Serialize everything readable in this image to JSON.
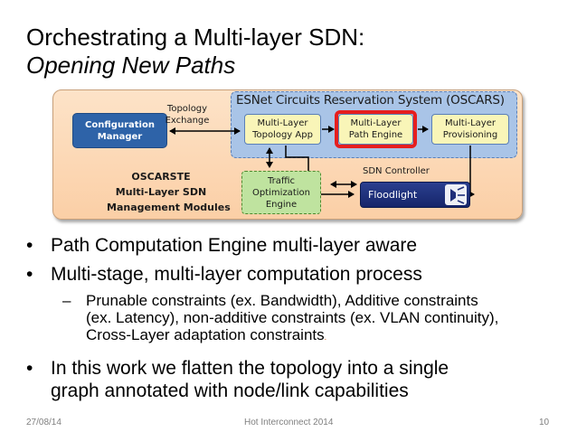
{
  "slide": {
    "title_line1": "Orchestrating a Multi-layer SDN:",
    "title_line2": "Opening New Paths"
  },
  "diagram": {
    "oscars_title": "ESNet Circuits Reservation System (OSCARS)",
    "config_manager": [
      "Configuration",
      "Manager"
    ],
    "topology_exchange": [
      "Topology",
      "Exchange"
    ],
    "multilayer_topology_app": [
      "Multi-Layer",
      "Topology App"
    ],
    "multilayer_path_engine": [
      "Multi-Layer",
      "Path Engine"
    ],
    "multilayer_provisioning": [
      "Multi-Layer",
      "Provisioning"
    ],
    "sdn_controller": "SDN Controller",
    "floodlight": "Floodlight",
    "traffic_opt": [
      "Traffic",
      "Optimization",
      "Engine"
    ],
    "oscarste_label": "OSCARS",
    "oscarste_suffix": "TE",
    "modules_line1": "Multi-Layer SDN",
    "modules_line2": "Management Modules",
    "colors": {
      "config_blue": "#2e63a8",
      "oscars_blue": "#a9c4e7",
      "module_yellow": "#f9f5b8",
      "traffic_green": "#bfe39f",
      "highlight_red": "#e61e1e",
      "floodlight_navy": "#1f2f7a"
    },
    "icons": {
      "floodlight": "floodlight-lamp-icon"
    }
  },
  "bullets": [
    "Path Computation Engine multi-layer aware",
    "Multi-stage, multi-layer computation process",
    "In this work we flatten the topology into a single"
  ],
  "bullet3_line2": "graph annotated with node/link capabilities",
  "sub_bullet": {
    "line1": "Prunable constraints (ex. Bandwidth), Additive constraints",
    "line2": "(ex. Latency), non-additive constraints (ex. VLAN continuity),",
    "line3": "Cross-Layer adaptation constraints",
    "trailing_dot": "."
  },
  "footer": {
    "date": "27/08/14",
    "event": "Hot Interconnect 2014",
    "page": "10"
  }
}
